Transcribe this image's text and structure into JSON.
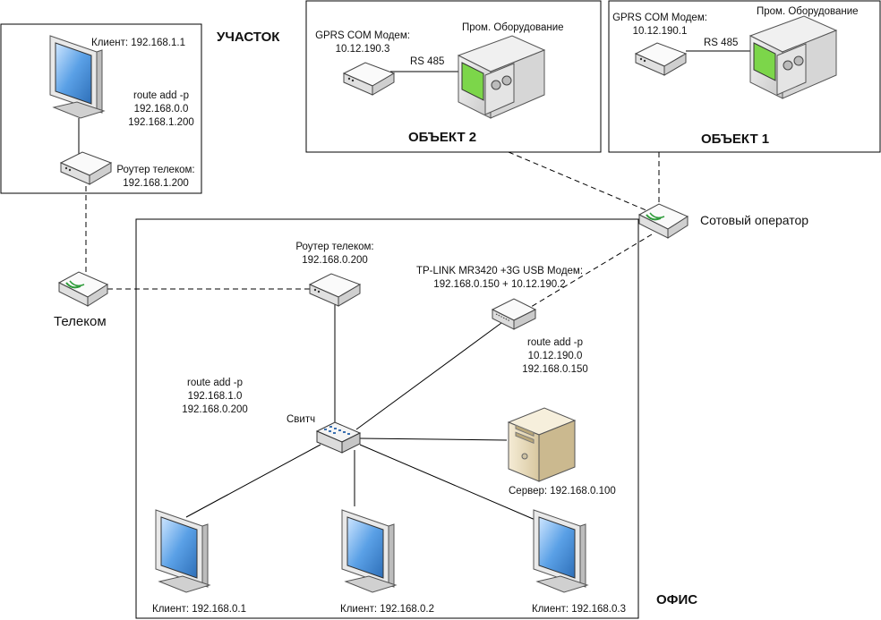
{
  "zones": {
    "uchastok": "УЧАСТОК",
    "object2": "ОБЪЕКТ 2",
    "object1": "ОБЪЕКТ 1",
    "office": "ОФИС"
  },
  "uchastok": {
    "client": "Клиент: 192.168.1.1",
    "route": [
      "route add -p",
      "192.168.0.0",
      "192.168.1.200"
    ],
    "router": [
      "Роутер телеком:",
      "192.168.1.200"
    ]
  },
  "object2": {
    "modem": [
      "GPRS COM Модем:",
      "10.12.190.3"
    ],
    "link": "RS 485",
    "equipment": "Пром. Оборудование"
  },
  "object1": {
    "modem": [
      "GPRS COM Модем:",
      "10.12.190.1"
    ],
    "link": "RS 485",
    "equipment": "Пром. Оборудование"
  },
  "cellular": "Сотовый оператор",
  "telecom": "Телеком",
  "office": {
    "router": [
      "Роутер телеком:",
      "192.168.0.200"
    ],
    "tplink": [
      "TP-LINK MR3420 +3G USB Модем:",
      "192.168.0.150 + 10.12.190.2"
    ],
    "route_tplink": [
      "route add -p",
      "10.12.190.0",
      "192.168.0.150"
    ],
    "route_switch": [
      "route add -p",
      "192.168.1.0",
      "192.168.0.200"
    ],
    "switch": "Свитч",
    "server": "Сервер: 192.168.0.100",
    "clients": [
      "Клиент: 192.168.0.1",
      "Клиент: 192.168.0.2",
      "Клиент: 192.168.0.3"
    ]
  },
  "colors": {
    "line": "#000000",
    "device_body": "#f2f2f2",
    "device_edge": "#555555",
    "screen": "#5aa0e6",
    "equipment_screen": "#7cd64a",
    "server_body": "#e8dcc0"
  }
}
